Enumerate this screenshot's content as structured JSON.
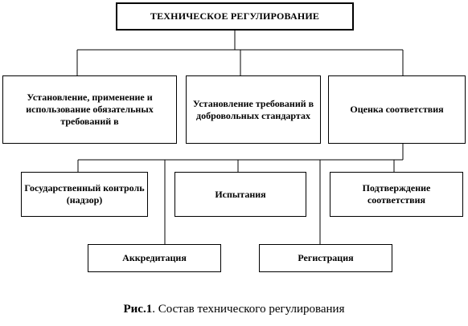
{
  "title": "ТЕХНИЧЕСКОЕ  РЕГУЛИРОВАНИЕ",
  "level1": [
    "Установление, применение и использование обязательных требований в",
    "Установление требований в добровольных стандартах",
    "Оценка соответствия"
  ],
  "level2": [
    "Государственный контроль (надзор)",
    "Испытания",
    "Подтверждение соответствия"
  ],
  "level3": [
    "Аккредитация",
    "Регистрация"
  ],
  "caption": {
    "label": "Рис.1",
    "text": ". Состав технического регулирования"
  }
}
